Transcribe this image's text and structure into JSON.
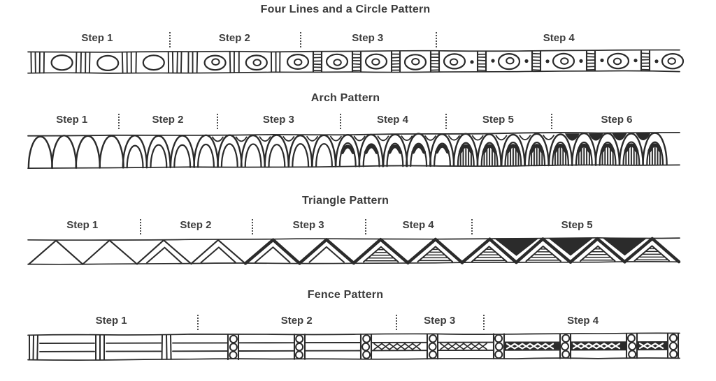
{
  "page": {
    "background": "#ffffff",
    "ink": "#2b2b2b",
    "title_color": "#3b3b3b",
    "label_color": "#3d3d3d",
    "separator_color": "#4c4c4c"
  },
  "patterns": [
    {
      "id": "four-lines-circle",
      "title": "Four Lines and a Circle Pattern",
      "type": "circles",
      "steps": [
        {
          "label": "Step 1"
        },
        {
          "label": "Step 2"
        },
        {
          "label": "Step 3"
        },
        {
          "label": "Step 4"
        }
      ],
      "boundaries_pct": [
        0,
        21.9,
        41.8,
        62.4,
        100
      ]
    },
    {
      "id": "arch",
      "title": "Arch Pattern",
      "type": "arches",
      "steps": [
        {
          "label": "Step 1"
        },
        {
          "label": "Step 2"
        },
        {
          "label": "Step 3"
        },
        {
          "label": "Step 4"
        },
        {
          "label": "Step 5"
        },
        {
          "label": "Step 6"
        }
      ],
      "boundaries_pct": [
        0,
        14.2,
        29.2,
        47.9,
        63.9,
        80.0,
        100
      ]
    },
    {
      "id": "triangle",
      "title": "Triangle Pattern",
      "type": "triangles",
      "steps": [
        {
          "label": "Step 1"
        },
        {
          "label": "Step 2"
        },
        {
          "label": "Step 3"
        },
        {
          "label": "Step 4"
        },
        {
          "label": "Step 5"
        }
      ],
      "boundaries_pct": [
        0,
        17.4,
        34.5,
        51.7,
        67.9,
        100
      ]
    },
    {
      "id": "fence",
      "title": "Fence Pattern",
      "type": "fence",
      "steps": [
        {
          "label": "Step 1"
        },
        {
          "label": "Step 2"
        },
        {
          "label": "Step 3"
        },
        {
          "label": "Step 4"
        }
      ],
      "boundaries_pct": [
        0,
        26.2,
        56.4,
        69.7,
        100
      ]
    }
  ]
}
